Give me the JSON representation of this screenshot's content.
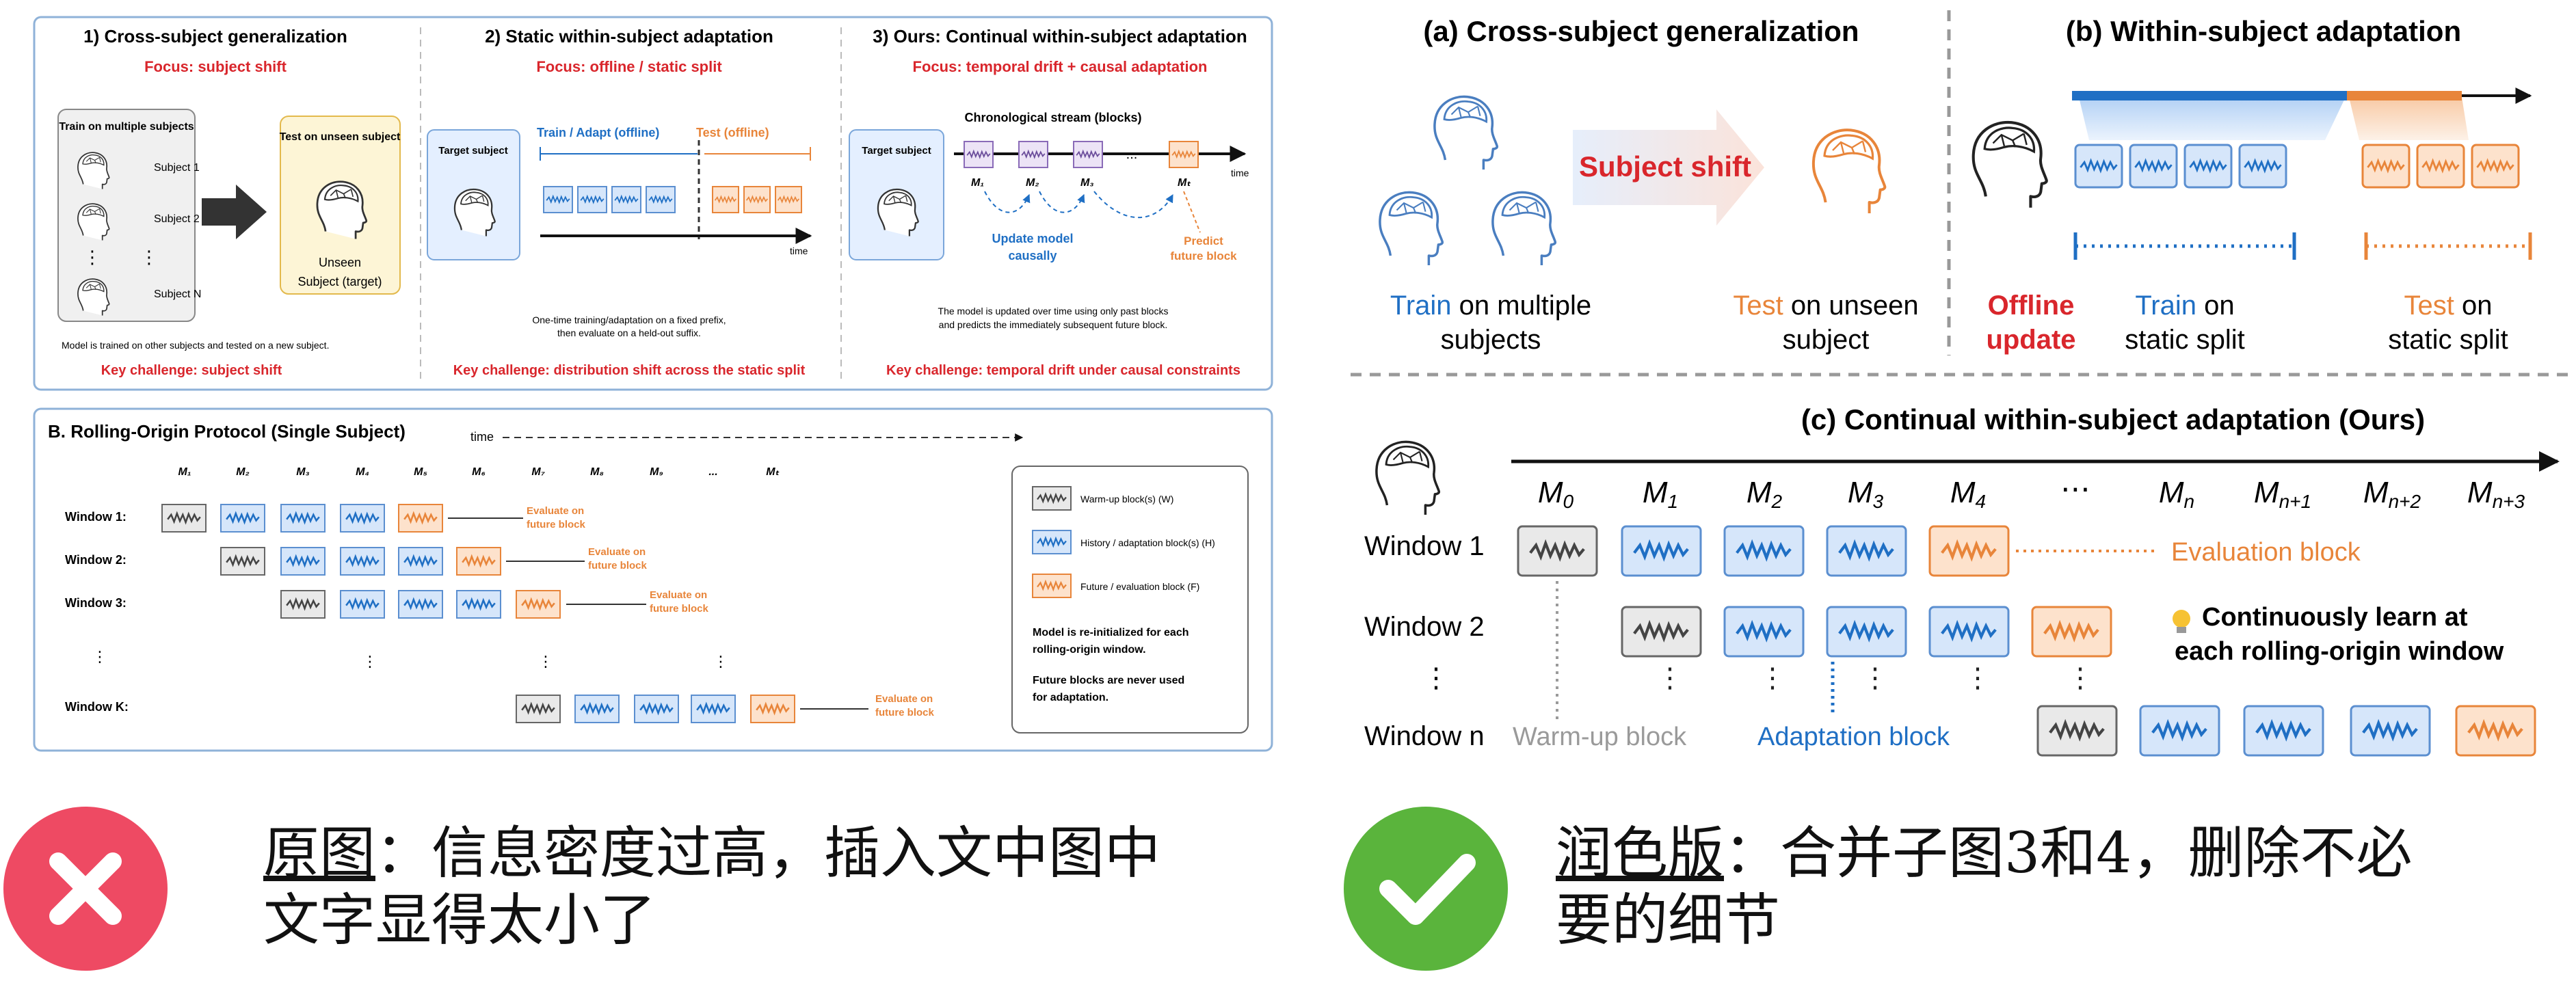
{
  "colors": {
    "blue": "#1f6fc4",
    "orange": "#e8853a",
    "red": "#d9262c",
    "grey": "#9a9a9a",
    "blue_fill": "#d6e6fa",
    "orange_fill": "#fde2cc",
    "grey_fill": "#e9e9e9",
    "bad": "#ee4a63",
    "good": "#5ab43c"
  },
  "left": {
    "top": {
      "p1": {
        "title": "1) Cross-subject generalization",
        "focus": "Focus: subject shift",
        "train_box": "Train on multiple subjects",
        "subjects": [
          "Subject 1",
          "Subject 2",
          "Subject N"
        ],
        "test_box": "Test on unseen subject",
        "unseen": "Unseen",
        "target": "Subject (target)",
        "note": "Model is trained on other subjects and tested on a new subject.",
        "challenge": "Key challenge: subject shift"
      },
      "p2": {
        "title": "2) Static within-subject adaptation",
        "focus": "Focus: offline / static split",
        "target": "Target subject",
        "train": "Train / Adapt (offline)",
        "test": "Test (offline)",
        "time": "time",
        "note1": "One-time training/adaptation on a fixed prefix,",
        "note2": "then evaluate on a held-out suffix.",
        "challenge": "Key challenge: distribution shift across the static split"
      },
      "p3": {
        "title": "3) Ours: Continual within-subject adaptation",
        "focus": "Focus: temporal drift + causal adaptation",
        "target": "Target subject",
        "stream": "Chronological stream (blocks)",
        "labels": [
          "M₁",
          "M₂",
          "M₃",
          "Mₜ"
        ],
        "dots": "...",
        "time": "time",
        "update1": "Update model",
        "update2": "causally",
        "predict1": "Predict",
        "predict2": "future block",
        "note1": "The model is updated over time using only past blocks",
        "note2": "and predicts the immediately subsequent future block.",
        "challenge": "Key challenge: temporal drift under causal constraints"
      }
    },
    "bottom": {
      "title": "B. Rolling-Origin Protocol (Single Subject)",
      "time": "time",
      "cols": [
        "M₁",
        "M₂",
        "M₃",
        "M₄",
        "M₅",
        "M₆",
        "M₇",
        "M₈",
        "M₉",
        "...",
        "Mₜ"
      ],
      "windows": [
        "Window 1:",
        "Window 2:",
        "Window 3:",
        "Window K:"
      ],
      "eval1": "Evaluate on",
      "eval2": "future block",
      "legend": {
        "warm": "Warm-up block(s) (W)",
        "hist": "History / adaptation block(s) (H)",
        "fut": "Future / evaluation block (F)",
        "note1a": "Model is re-initialized for each",
        "note1b": "rolling-origin window.",
        "note2a": "Future blocks are never used",
        "note2b": "for adaptation."
      }
    }
  },
  "right": {
    "a": {
      "title": "(a) Cross-subject generalization",
      "shift": "Subject shift",
      "train_word": "Train",
      "train_rest": "on multiple",
      "train_line2": "subjects",
      "test_word": "Test",
      "test_rest": "on unseen",
      "test_line2": "subject"
    },
    "b": {
      "title": "(b) Within-subject adaptation",
      "offline1": "Offline",
      "offline2": "update",
      "train_word": "Train",
      "train_rest": "on",
      "train_line2": "static split",
      "test_word": "Test",
      "test_rest": "on",
      "test_line2": "static split"
    },
    "c": {
      "title": "(c) Continual within-subject adaptation (Ours)",
      "cols": [
        "M",
        "M",
        "M",
        "M",
        "M",
        "⋯",
        "M",
        "M",
        "M",
        "M"
      ],
      "subs": [
        "0",
        "1",
        "2",
        "3",
        "4",
        "",
        "n",
        "n+1",
        "n+2",
        "n+3"
      ],
      "windows": [
        "Window 1",
        "Window 2",
        "⋮",
        "Window n"
      ],
      "eval": "Evaluation block",
      "learn1": "Continuously learn at",
      "learn2": "each rolling-origin window",
      "warm": "Warm-up block",
      "adapt": "Adaptation block"
    }
  },
  "captions": {
    "bad_head": "原图",
    "bad_text": "：信息密度过高，插入文中图中",
    "bad_text2": "文字显得太小了",
    "good_head": "润色版",
    "good_text": "：合并子图3和4，删除不必",
    "good_text2": "要的细节"
  }
}
